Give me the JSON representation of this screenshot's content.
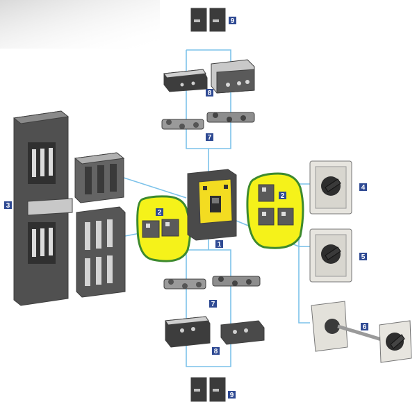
{
  "labels": {
    "item_1": "1",
    "item_2_left": "2",
    "item_2_right": "2",
    "item_3": "3",
    "item_4": "4",
    "item_5": "5",
    "item_6": "6",
    "item_7_top": "7",
    "item_7_bottom": "7",
    "item_8_top": "8",
    "item_8_bottom": "8",
    "item_9_top": "9",
    "item_9_bottom": "9"
  },
  "colors": {
    "badge": "#2f4a93",
    "connector": "#7cc2ea",
    "highlight": "#f5f21a",
    "highlight_outline": "#3d8a2e",
    "breaker_face": "#f3dc21",
    "body_dark": "#4a4a4a",
    "panel_light": "#e7e5df"
  }
}
